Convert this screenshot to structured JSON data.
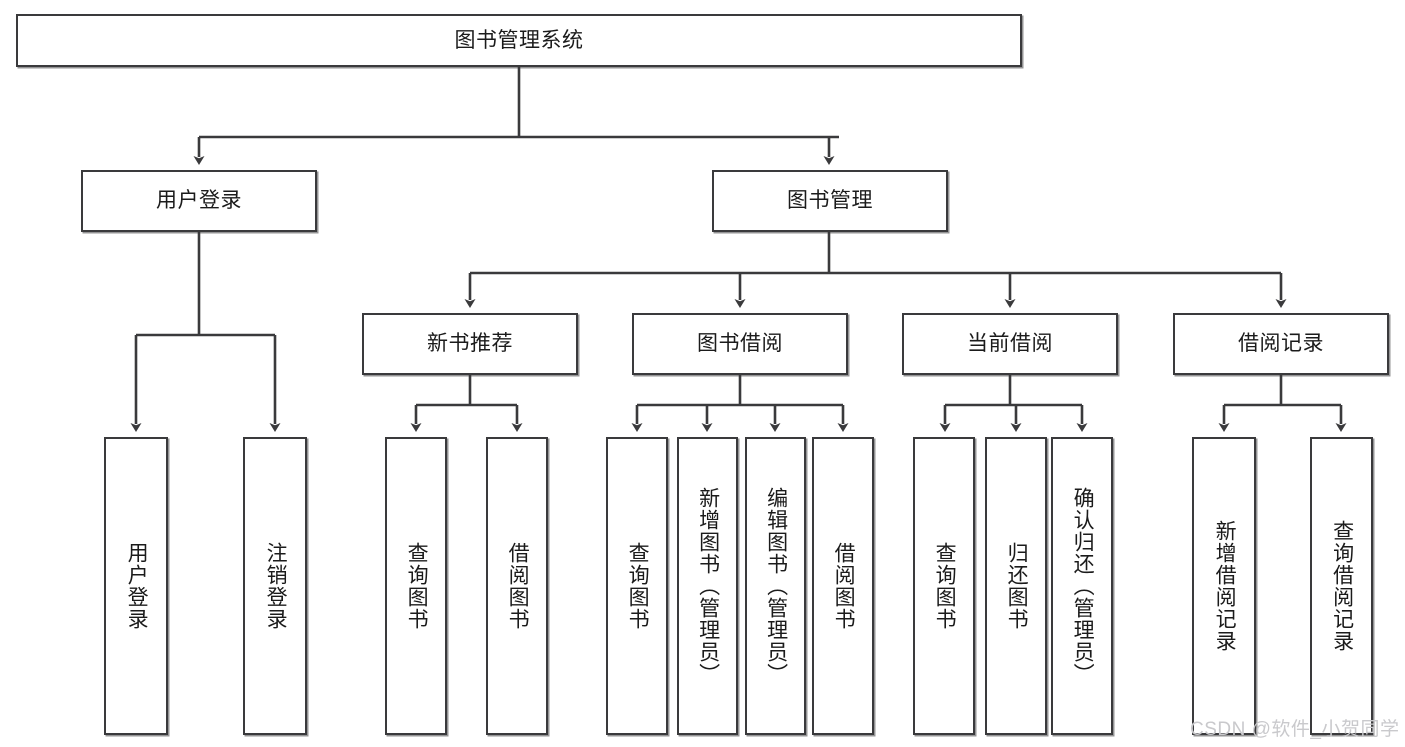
{
  "diagram": {
    "type": "tree",
    "title": "图书管理系统",
    "orientation": "top-down",
    "colors": {
      "node_border": "#3a3a3c",
      "node_fill": "#ffffff",
      "edge": "#3a3a3c",
      "text": "#1b1b1b",
      "watermark": "#c9c9cc"
    },
    "nodes": {
      "root": {
        "label": "图书管理系统",
        "text_direction": "horizontal"
      },
      "level2": [
        {
          "id": "user-login",
          "label": "用户登录",
          "text_direction": "horizontal"
        },
        {
          "id": "book-manage",
          "label": "图书管理",
          "text_direction": "horizontal"
        }
      ],
      "level3": [
        {
          "id": "new-book-recommend",
          "label": "新书推荐",
          "text_direction": "horizontal"
        },
        {
          "id": "book-borrow",
          "label": "图书借阅",
          "text_direction": "horizontal"
        },
        {
          "id": "current-borrow",
          "label": "当前借阅",
          "text_direction": "horizontal"
        },
        {
          "id": "borrow-record",
          "label": "借阅记录",
          "text_direction": "horizontal"
        }
      ],
      "leaves": {
        "user_login": [
          {
            "id": "leaf-user-login",
            "label": "用户登录",
            "text_direction": "vertical"
          },
          {
            "id": "leaf-logout-login",
            "label": "注销登录",
            "text_direction": "vertical"
          }
        ],
        "new_book_recommend": [
          {
            "id": "leaf-query-book-1",
            "label": "查询图书",
            "text_direction": "vertical"
          },
          {
            "id": "leaf-borrow-book-1",
            "label": "借阅图书",
            "text_direction": "vertical"
          }
        ],
        "book_borrow": [
          {
            "id": "leaf-query-book-2",
            "label": "查询图书",
            "text_direction": "vertical"
          },
          {
            "id": "leaf-add-book",
            "label": "新增图书（管理员）",
            "text_direction": "vertical"
          },
          {
            "id": "leaf-edit-book",
            "label": "编辑图书（管理员）",
            "text_direction": "vertical"
          },
          {
            "id": "leaf-borrow-book-2",
            "label": "借阅图书",
            "text_direction": "vertical"
          }
        ],
        "current_borrow": [
          {
            "id": "leaf-query-book-3",
            "label": "查询图书",
            "text_direction": "vertical"
          },
          {
            "id": "leaf-return-book",
            "label": "归还图书",
            "text_direction": "vertical"
          },
          {
            "id": "leaf-confirm-return",
            "label": "确认归还（管理员）",
            "text_direction": "vertical"
          }
        ],
        "borrow_record": [
          {
            "id": "leaf-add-borrow-record",
            "label": "新增借阅记录",
            "text_direction": "vertical"
          },
          {
            "id": "leaf-query-borrow-record",
            "label": "查询借阅记录",
            "text_direction": "vertical"
          }
        ]
      }
    }
  },
  "watermark": {
    "text": "CSDN @软件_小贺同学"
  }
}
